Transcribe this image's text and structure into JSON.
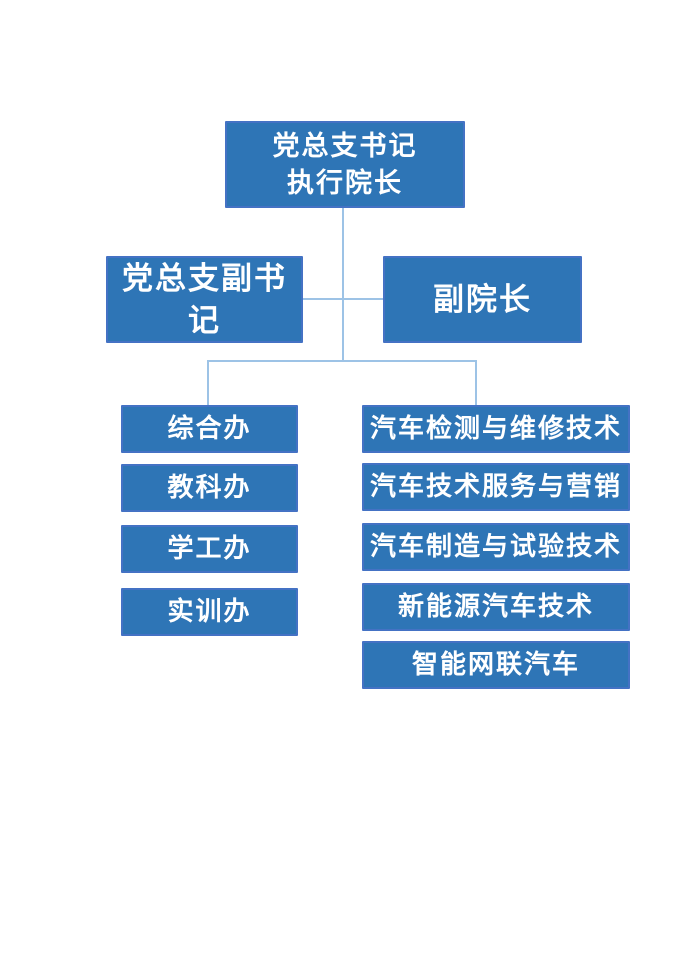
{
  "palette": {
    "node_fill": "#2e75b6",
    "node_border": "#4472c4",
    "connector_line": "#9dc3e6",
    "node_text": "#ffffff",
    "page_background": "#ffffff"
  },
  "org": {
    "root": {
      "line1": "党总支书记",
      "line2": "执行院长"
    },
    "level2": {
      "deputy_secretary": "党总支副书记",
      "vice_dean": "副院长"
    },
    "offices": [
      "综合办",
      "教科办",
      "学工办",
      "实训办"
    ],
    "programs": [
      "汽车检测与维修技术",
      "汽车技术服务与营销",
      "汽车制造与试验技术",
      "新能源汽车技术",
      "智能网联汽车"
    ]
  }
}
